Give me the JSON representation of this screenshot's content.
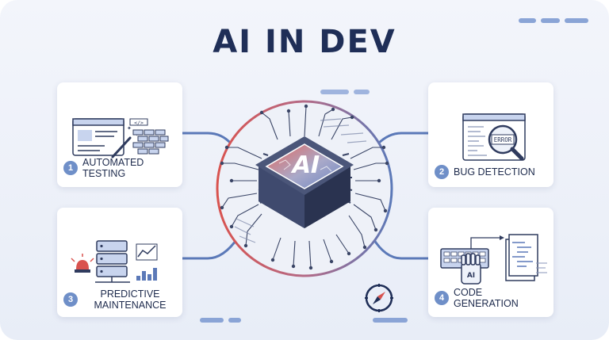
{
  "title": "AI IN DEV",
  "chip": {
    "text": "AI"
  },
  "cards": [
    {
      "number": "1",
      "label": "AUTOMATED TESTING",
      "badge": "</>"
    },
    {
      "number": "2",
      "label": "BUG DETECTION",
      "badge": "ERROR"
    },
    {
      "number": "3",
      "label": "PREDICTIVE\nMAINTENANCE"
    },
    {
      "number": "4",
      "label": "CODE GENERATION",
      "badge": "AI"
    }
  ],
  "colors": {
    "title": "#1f2e57",
    "accent_blue": "#5b79b8",
    "accent_red": "#d9534f",
    "chip_red": "#e2574c",
    "badge": "#6f8fc8"
  },
  "icons": [
    "compass-icon",
    "siren-icon",
    "server-icon",
    "magnifier-icon",
    "keyboard-icon",
    "robot-hand-icon",
    "document-icon"
  ]
}
